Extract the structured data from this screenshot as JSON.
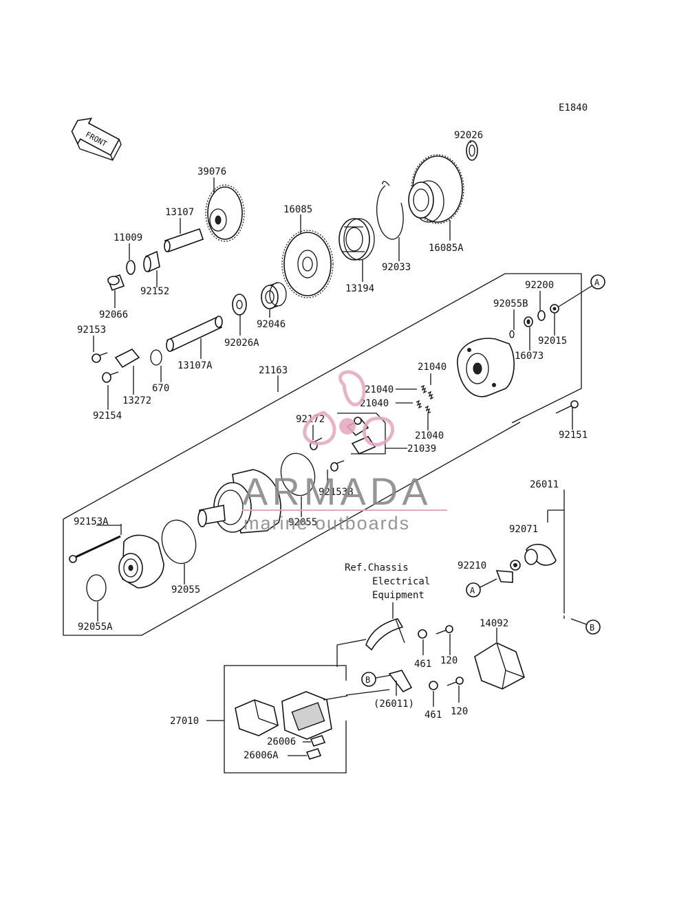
{
  "diagram": {
    "code": "E1840",
    "front_label": "FRONT",
    "ref_note": [
      "Ref.Chassis",
      "Electrical",
      "Equipment"
    ],
    "callout_letters": [
      "A",
      "B"
    ],
    "watermark": {
      "brand": "ARMADA",
      "tagline": "marine outboards",
      "colors": {
        "text": "#8a8a8a",
        "accent": "#e3a6bf"
      }
    },
    "part_numbers": [
      "92026",
      "39076",
      "13107",
      "16085",
      "11009",
      "16085A",
      "92033",
      "13194",
      "92152",
      "92066",
      "92046",
      "92026A",
      "92153",
      "13107A",
      "92200",
      "92055B",
      "92015",
      "16073",
      "21163",
      "670",
      "13272",
      "92154",
      "21040",
      "21040",
      "21040",
      "21040",
      "92172",
      "21039",
      "92151",
      "92153B",
      "92055",
      "26011",
      "92071",
      "92153A",
      "92210",
      "92055",
      "92055A",
      "461",
      "120",
      "14092",
      "27010",
      "(26011)",
      "461",
      "120",
      "26006",
      "26006A"
    ]
  }
}
